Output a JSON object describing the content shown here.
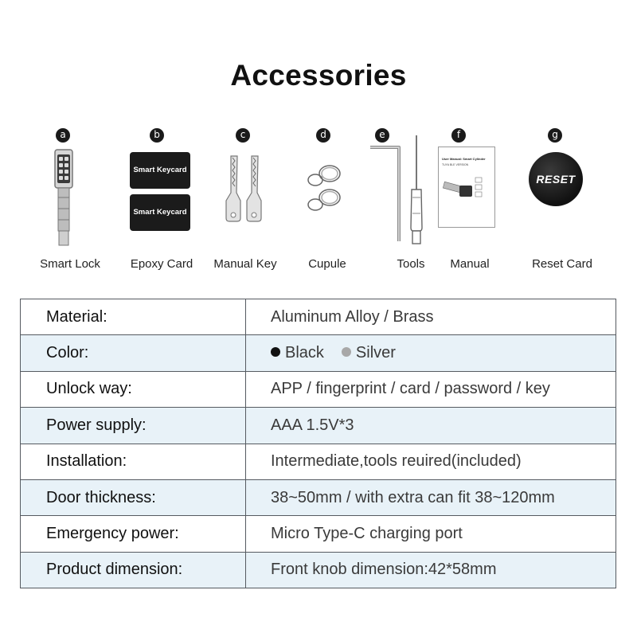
{
  "title": "Accessories",
  "accessories": [
    {
      "badge": "a",
      "label": "Smart Lock"
    },
    {
      "badge": "b",
      "label": "Epoxy Card",
      "card_text": "Smart Keycard"
    },
    {
      "badge": "c",
      "label": "Manual Key"
    },
    {
      "badge": "d",
      "label": "Cupule"
    },
    {
      "badge": "e",
      "label": "Tools"
    },
    {
      "badge": "f",
      "label": "Manual",
      "manual_heading": "User Manual: Smart Cylinder",
      "manual_sub": "TUYA BLE VERSION"
    },
    {
      "badge": "g",
      "label": "Reset Card",
      "card_text": "RESET"
    }
  ],
  "specs": [
    {
      "key": "Material:",
      "value": "Aluminum Alloy / Brass"
    },
    {
      "key": "Color:",
      "color_options": [
        {
          "name": "Black",
          "hex": "#111111"
        },
        {
          "name": "Silver",
          "hex": "#a8a8a8"
        }
      ]
    },
    {
      "key": "Unlock way:",
      "value": "APP / fingerprint / card / password / key"
    },
    {
      "key": "Power supply:",
      "value": "AAA 1.5V*3"
    },
    {
      "key": "Installation:",
      "value": "Intermediate,tools reuired(included)"
    },
    {
      "key": "Door thickness:",
      "value": "38~50mm / with extra can fit 38~120mm"
    },
    {
      "key": "Emergency power:",
      "value": "Micro Type-C charging port"
    },
    {
      "key": "Product dimension:",
      "value": "Front knob dimension:42*58mm"
    }
  ],
  "colors": {
    "row_alt": "#e8f2f8",
    "border": "#555a60"
  }
}
